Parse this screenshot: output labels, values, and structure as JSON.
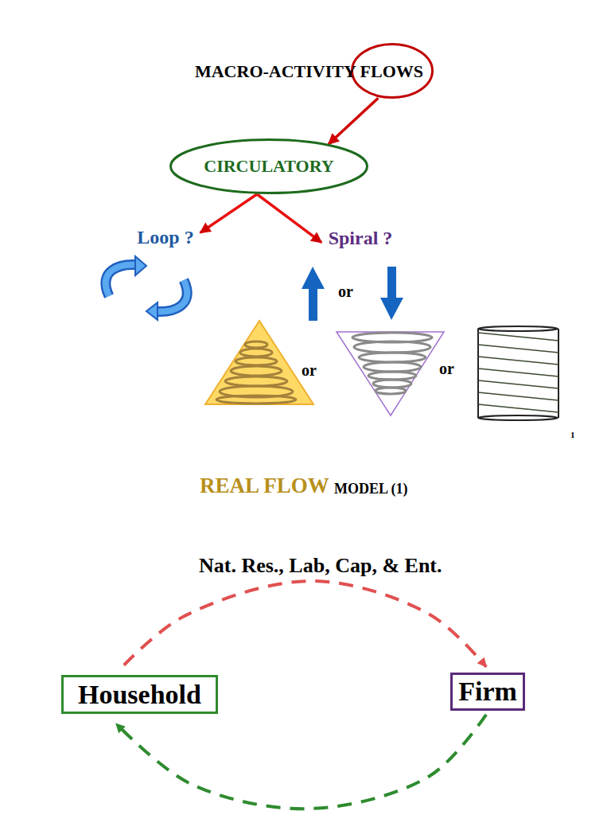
{
  "diagram": {
    "nodes": [
      {
        "text": [
          "MACRO-ACTIVITY FLOWS"
        ]
      },
      {
        "text": [
          "CIRCULATORY"
        ]
      },
      {
        "text": [
          "Loop ?"
        ]
      },
      {
        "text": [
          "Spiral ?"
        ]
      },
      {
        "text": [
          "Household"
        ]
      },
      {
        "text": [
          "Firm"
        ]
      }
    ],
    "edges": [
      {
        "from": 0,
        "to": 1,
        "arrow": "to"
      },
      {
        "from": 1,
        "to": 2,
        "arrow": "to"
      },
      {
        "from": 1,
        "to": 3,
        "arrow": "to"
      },
      {
        "from": 4,
        "to": 5,
        "label": "Nat. Res., Lab, Cap, & Ent.",
        "arrow": "to"
      },
      {
        "from": 5,
        "to": 4,
        "arrow": "to"
      }
    ],
    "labels": [
      "or",
      "or",
      "or",
      "1",
      "REAL FLOW",
      "MODEL (1)"
    ]
  }
}
